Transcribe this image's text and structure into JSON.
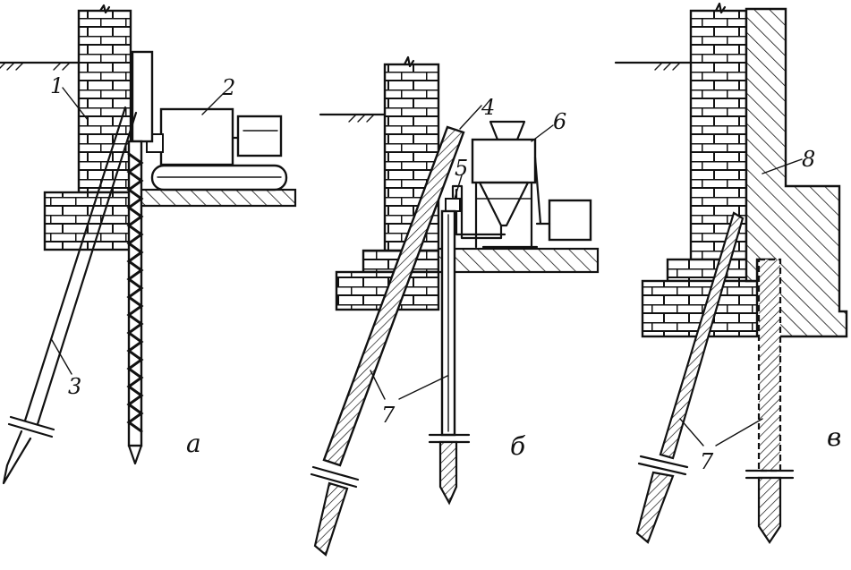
{
  "labels": {
    "l1": "1",
    "l2": "2",
    "l3": "3",
    "l4": "4",
    "l5": "5",
    "l6": "6",
    "l7a": "7",
    "l7b": "7",
    "l8": "8"
  },
  "panels": {
    "a": "а",
    "b": "б",
    "c": "в"
  }
}
